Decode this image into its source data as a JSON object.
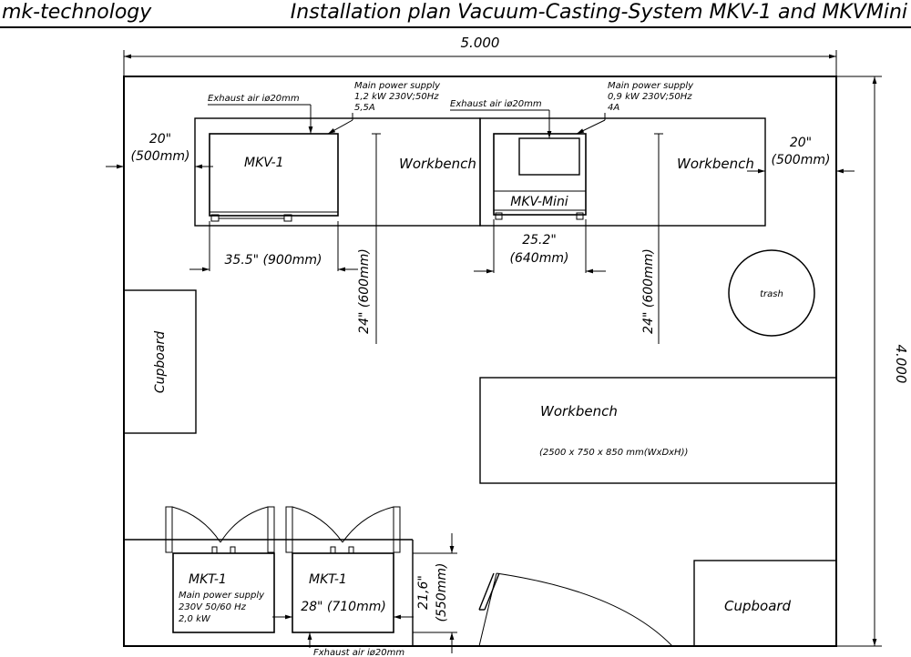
{
  "header": {
    "company": "mk-technology",
    "title": "Installation plan   Vacuum-Casting-System MKV-1 and MKVMini"
  },
  "dimensions": {
    "room_width": "5.000",
    "room_depth": "4.000"
  },
  "mkv1": {
    "label": "MKV-1",
    "exhaust": "Exhaust air iø20mm",
    "power_title": "Main power supply",
    "power_spec": "1,2 kW   230V;50Hz",
    "power_current": "5,5A",
    "width_dim": "35.5\" (900mm)",
    "depth_dim": "24\" (600mm)",
    "left_gap_1": "20\"",
    "left_gap_2": "(500mm)"
  },
  "mkvmini": {
    "label": "MKV-Mini",
    "exhaust": "Exhaust air iø20mm",
    "power_title": "Main power supply",
    "power_spec": "0,9 kW   230V;50Hz",
    "power_current": "4A",
    "width_dim_1": "25.2\"",
    "width_dim_2": "(640mm)",
    "depth_dim": "24\" (600mm)",
    "right_gap_1": "20\"",
    "right_gap_2": "(500mm)"
  },
  "workbench_left": {
    "label": "Workbench"
  },
  "workbench_right": {
    "label": "Workbench"
  },
  "workbench_main": {
    "label": "Workbench",
    "size": "(2500 x 750 x 850 mm(WxDxH))"
  },
  "trash": {
    "label": "trash"
  },
  "cupboard_left": {
    "label": "Cupboard"
  },
  "cupboard_right": {
    "label": "Cupboard"
  },
  "mkt1_a": {
    "label": "MKT-1",
    "power_title": "Main power supply",
    "power_spec": "230V 50/60 Hz",
    "power_kw": "2,0 kW"
  },
  "mkt1_b": {
    "label": "MKT-1",
    "width_dim": "28\" (710mm)",
    "depth_dim_1": "21,6\"",
    "depth_dim_2": "(550mm)"
  },
  "mkt_exhaust": "Fxhaust air iø20mm"
}
